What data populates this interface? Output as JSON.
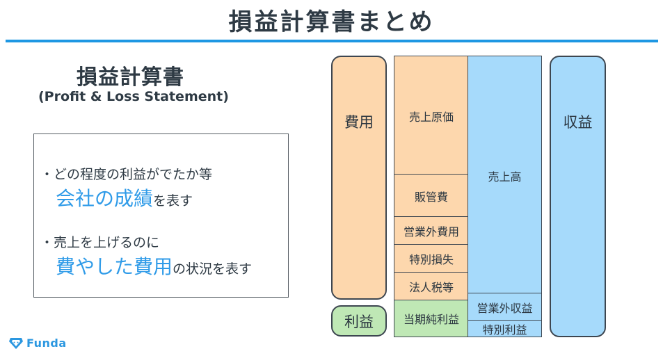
{
  "header": {
    "title": "損益計算書まとめ"
  },
  "left": {
    "title": "損益計算書",
    "title_en": "(Profit & Loss Statement)",
    "bullets": [
      {
        "line1": "・どの程度の利益がでたか等",
        "highlight": "会社の成績",
        "suffix": "を表す"
      },
      {
        "line1": "・売上を上げるのに",
        "highlight": "費やした費用",
        "suffix": "の状況を表す"
      }
    ]
  },
  "diagram": {
    "cost_label": "費用",
    "profit_label": "利益",
    "revenue_label": "収益",
    "expense_items": [
      "売上原価",
      "販管費",
      "営業外費用",
      "特別損失",
      "法人税等"
    ],
    "net_income": "当期純利益",
    "revenue_items": [
      "売上高",
      "営業外収益",
      "特別利益"
    ]
  },
  "logo": {
    "text": "Funda",
    "icon": "diamond-icon"
  },
  "colors": {
    "accent": "#1e97e3",
    "highlight_text": "#2f9be8",
    "cost": "#fdd7ad",
    "revenue": "#a6dafb",
    "profit": "#bfe8b5"
  }
}
